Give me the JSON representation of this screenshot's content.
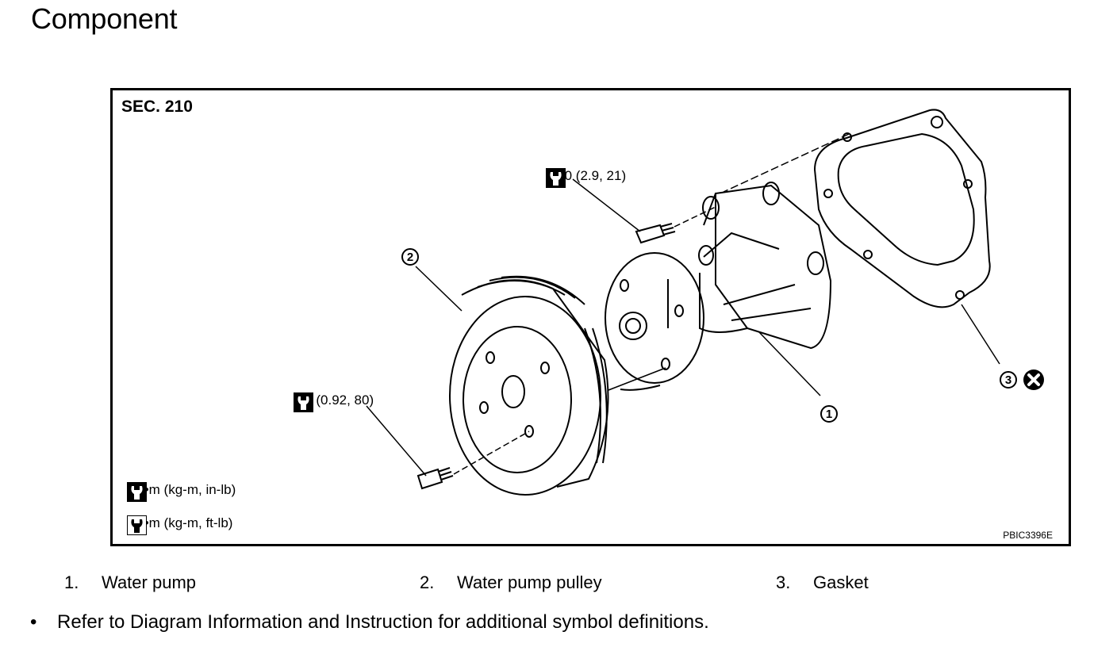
{
  "heading": "Component",
  "figure": {
    "section": "SEC. 210",
    "figure_code": "PBIC3396E",
    "torque_labels": {
      "upper_bolt": "28.0 (2.9, 21)",
      "pulley_bolt": "9.0 (0.92, 80)"
    },
    "legend": [
      {
        "icon": "torque-wrench-icon-inlb",
        "text": ": N•m (kg-m, in-lb)"
      },
      {
        "icon": "torque-wrench-icon-ftlb",
        "text": ": N•m (kg-m, ft-lb)"
      }
    ],
    "callouts": [
      "1",
      "2",
      "3"
    ],
    "no_reuse_icon": "circle-x-icon"
  },
  "parts": [
    {
      "num": "1.",
      "name": "Water pump"
    },
    {
      "num": "2.",
      "name": "Water pump pulley"
    },
    {
      "num": "3.",
      "name": "Gasket"
    }
  ],
  "note": {
    "bullet": "•",
    "text": "Refer to Diagram Information and Instruction for additional symbol definitions."
  }
}
